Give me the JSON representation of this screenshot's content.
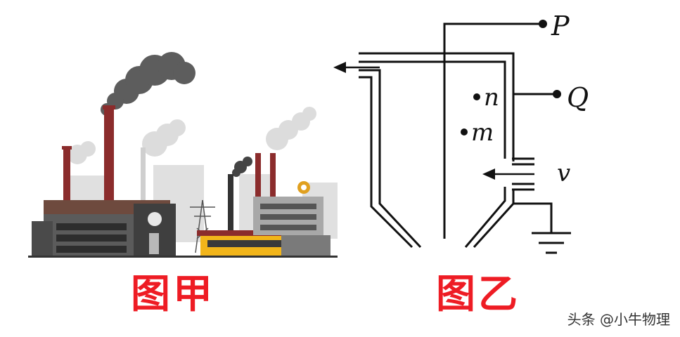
{
  "captions": {
    "figure_a": "图甲",
    "figure_b": "图乙"
  },
  "circuit": {
    "labels": {
      "P": "P",
      "Q": "Q",
      "n": "n",
      "m": "m",
      "v": "v"
    }
  },
  "watermark": "头条 @小牛物理",
  "colors": {
    "caption": "#ee1c24",
    "chimney": "#8b2c2c",
    "smoke": "#5a5a5a",
    "line": "#111111"
  }
}
